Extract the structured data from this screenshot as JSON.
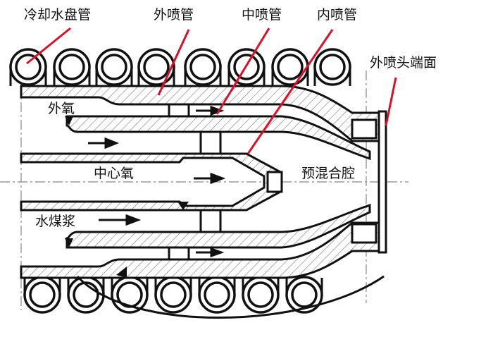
{
  "labels": {
    "cooling_coil": "冷却水盘管",
    "outer_nozzle": "外喷管",
    "middle_nozzle": "中喷管",
    "inner_nozzle": "内喷管",
    "outer_tip_face": "外喷头端面",
    "outer_oxygen": "外氧",
    "center_oxygen": "中心氧",
    "premix_chamber": "预混合腔",
    "coal_water_slurry": "水煤浆"
  },
  "colors": {
    "leader_line": "#d8102a",
    "outline": "#111111"
  }
}
